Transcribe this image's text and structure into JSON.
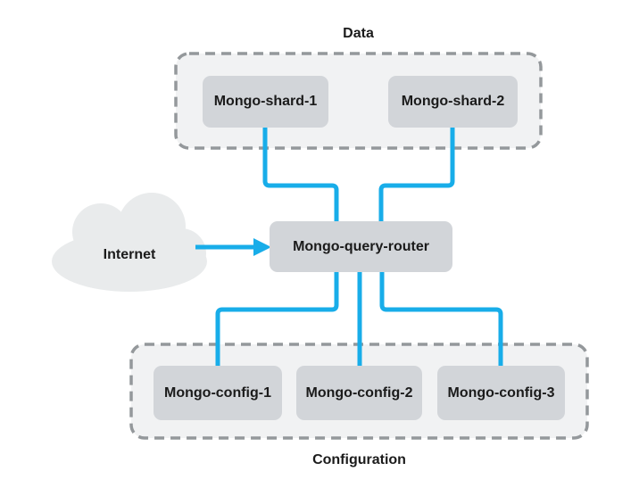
{
  "labels": {
    "data_group": "Data",
    "config_group": "Configuration",
    "internet": "Internet",
    "shard1": "Mongo-shard-1",
    "shard2": "Mongo-shard-2",
    "router": "Mongo-query-router",
    "config1": "Mongo-config-1",
    "config2": "Mongo-config-2",
    "config3": "Mongo-config-3"
  },
  "groups": [
    {
      "label": "Data",
      "members": [
        "Mongo-shard-1",
        "Mongo-shard-2"
      ]
    },
    {
      "label": "Configuration",
      "members": [
        "Mongo-config-1",
        "Mongo-config-2",
        "Mongo-config-3"
      ]
    }
  ],
  "edges": [
    {
      "from": "Internet",
      "to": "Mongo-query-router",
      "directed": true
    },
    {
      "from": "Mongo-shard-1",
      "to": "Mongo-query-router",
      "directed": false
    },
    {
      "from": "Mongo-shard-2",
      "to": "Mongo-query-router",
      "directed": false
    },
    {
      "from": "Mongo-query-router",
      "to": "Mongo-config-1",
      "directed": false
    },
    {
      "from": "Mongo-query-router",
      "to": "Mongo-config-2",
      "directed": false
    },
    {
      "from": "Mongo-query-router",
      "to": "Mongo-config-3",
      "directed": false
    }
  ],
  "colors": {
    "background": "#ffffff",
    "connector": "#18ade9",
    "node_fill": "#d2d5d9",
    "group_fill": "#f1f2f3",
    "group_border": "#94989b",
    "cloud_fill": "#e9ebec",
    "text": "#1b1b1b"
  }
}
